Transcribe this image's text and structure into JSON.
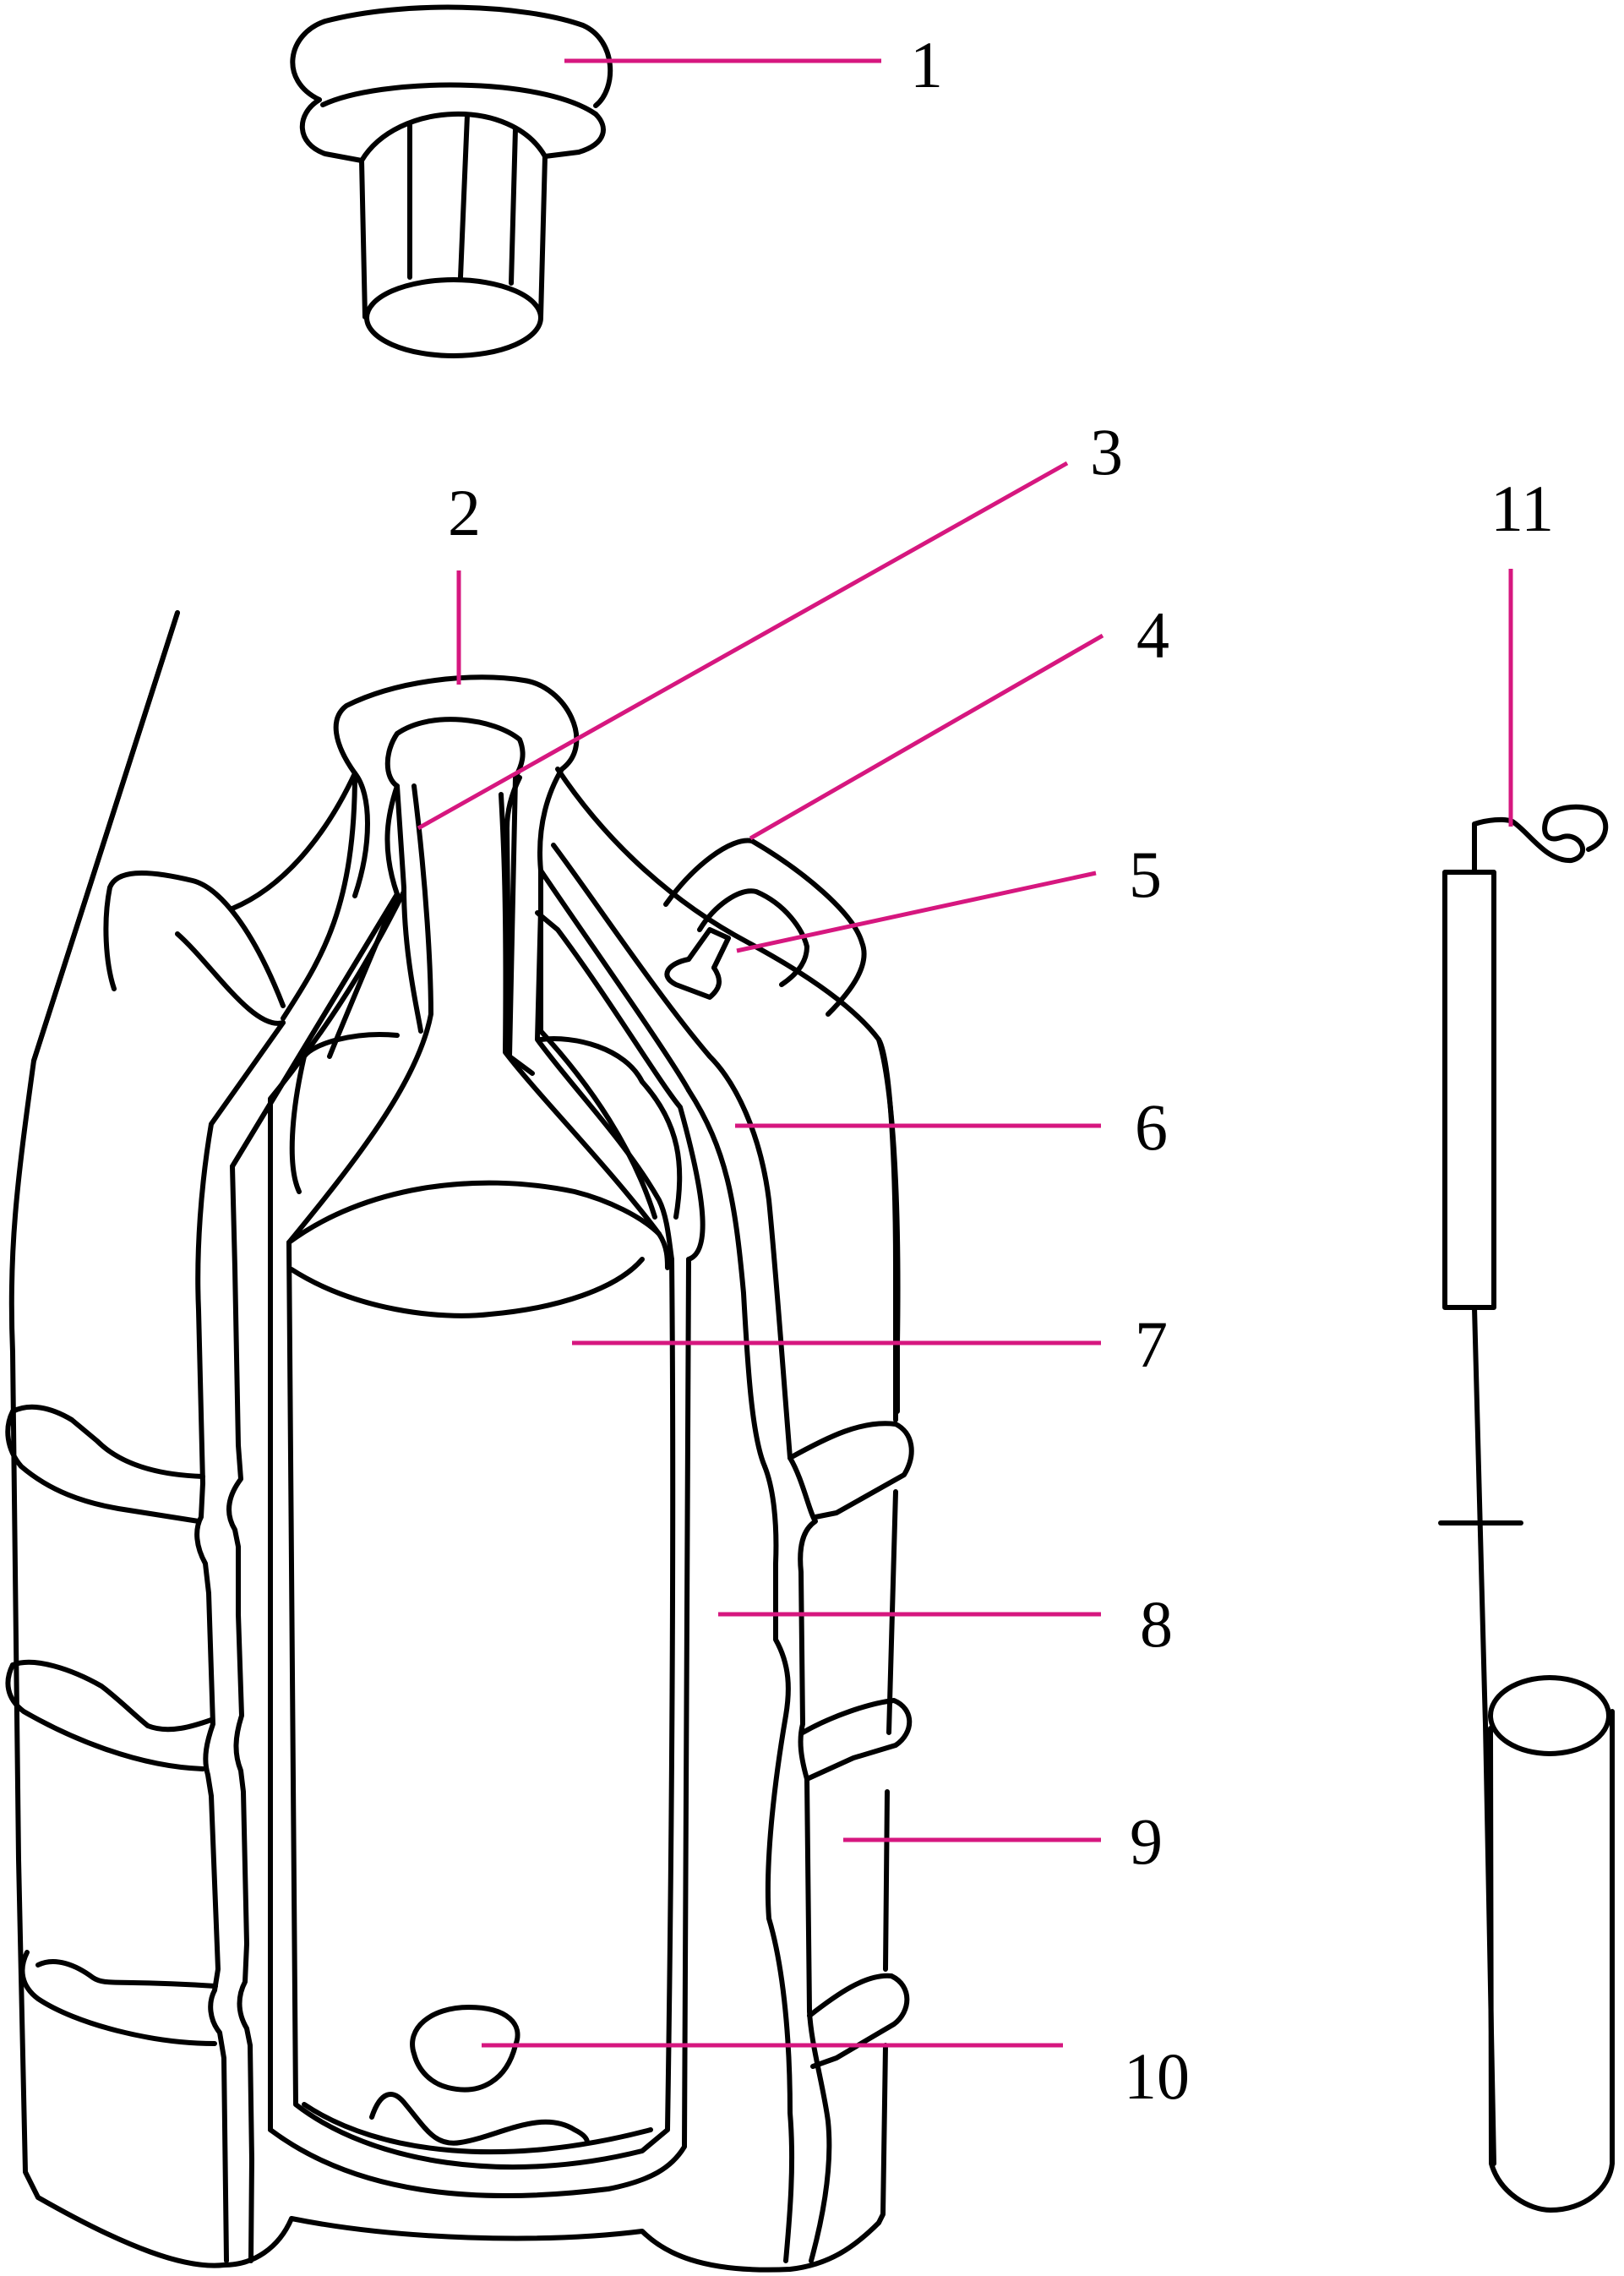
{
  "figure": {
    "label_color": "#000000",
    "leader_color": "#d6177f",
    "line_color": "#000000",
    "background": "#ffffff"
  },
  "callouts": [
    {
      "id": "c1",
      "text": "1"
    },
    {
      "id": "c2",
      "text": "2"
    },
    {
      "id": "c3",
      "text": "3"
    },
    {
      "id": "c4",
      "text": "4"
    },
    {
      "id": "c5",
      "text": "5"
    },
    {
      "id": "c6",
      "text": "6"
    },
    {
      "id": "c7",
      "text": "7"
    },
    {
      "id": "c8",
      "text": "8"
    },
    {
      "id": "c9",
      "text": "9"
    },
    {
      "id": "c10",
      "text": "10"
    },
    {
      "id": "c11",
      "text": "11"
    }
  ]
}
